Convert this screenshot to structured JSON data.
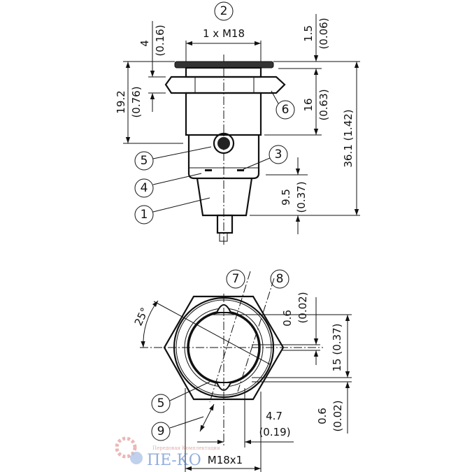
{
  "callouts": {
    "c1": "1",
    "c2": "2",
    "c3": "3",
    "c4": "4",
    "c5": "5",
    "c6": "6",
    "c7": "7",
    "c8": "8",
    "c9": "9"
  },
  "side_view": {
    "thread_label": "1 x M18",
    "dim_4": "4",
    "dim_4_in": "(0.16)",
    "dim_19_2": "19.2",
    "dim_19_2_in": "(0.76)",
    "dim_1_5": "1.5",
    "dim_1_5_in": "(0.06)",
    "dim_16": "16",
    "dim_16_in": "(0.63)",
    "dim_36_1": "36.1 (1.42)",
    "dim_9_5": "9.5",
    "dim_9_5_in": "(0.37)"
  },
  "front_view": {
    "angle": "25°",
    "dim_0_6_top": "0.6",
    "dim_0_6_top_in": "(0.02)",
    "dim_15": "15 (0.37)",
    "dim_0_6_bot": "0.6",
    "dim_0_6_bot_in": "(0.02)",
    "dim_4_7": "4.7",
    "dim_4_7_in": "(0.19)",
    "thread_label": "M18x1"
  },
  "watermark": {
    "tagline": "Передовая Комплектация",
    "logo_text": "ПЕ-КО",
    "color": "#4a78c8"
  }
}
